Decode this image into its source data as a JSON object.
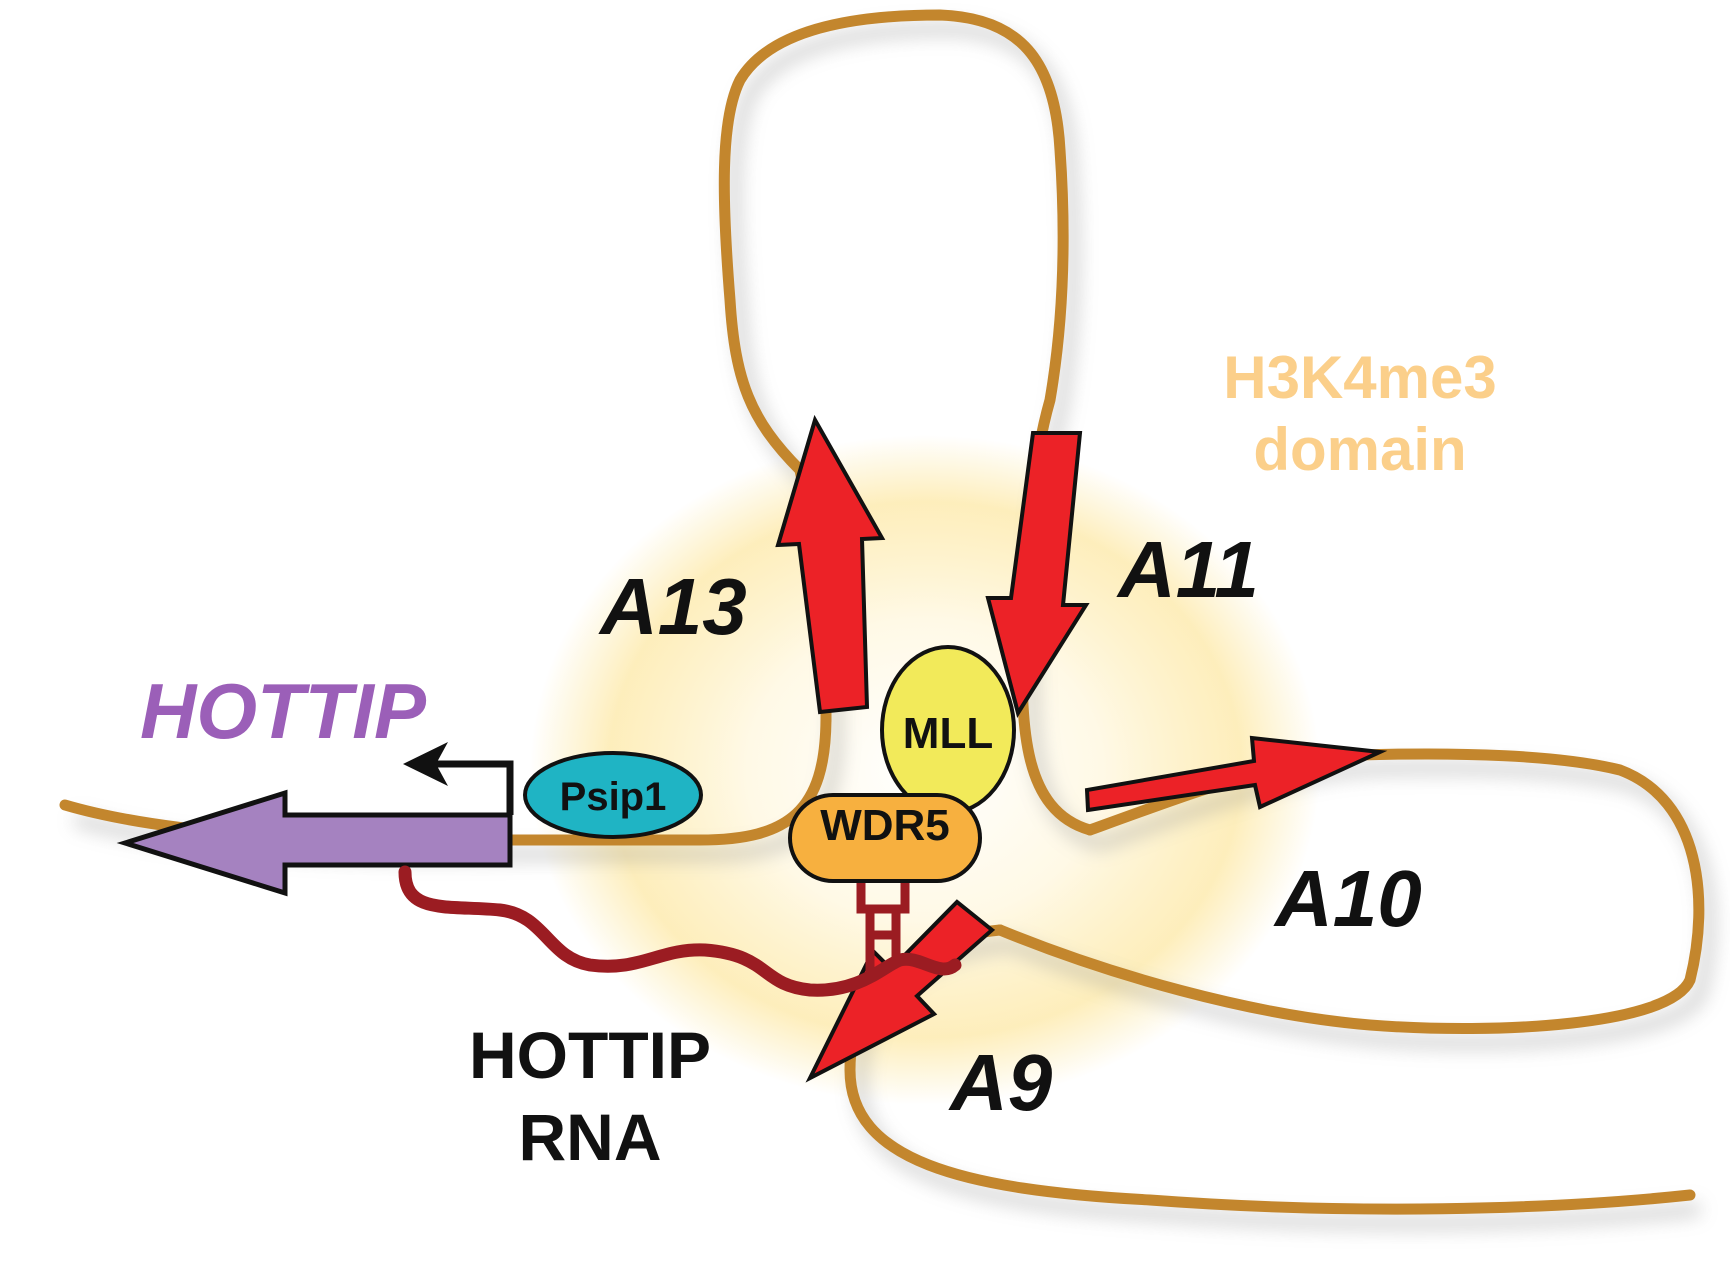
{
  "domain_label": {
    "line1": "H3K4me3",
    "line2": "domain",
    "color": "#fbcf8a"
  },
  "hottip_gene": {
    "label": "HOTTIP",
    "color": "#9b5fb8",
    "arrow_color": "#a582c0"
  },
  "hottip_rna": {
    "line1": "HOTTIP",
    "line2": "RNA",
    "color": "#9b1c22"
  },
  "genes": [
    {
      "id": "a13",
      "label": "A13"
    },
    {
      "id": "a11",
      "label": "A11"
    },
    {
      "id": "a10",
      "label": "A10"
    },
    {
      "id": "a9",
      "label": "A9"
    }
  ],
  "proteins": {
    "psip1": {
      "label": "Psip1",
      "color": "#1fb4c4"
    },
    "mll": {
      "label": "MLL",
      "color": "#f2ea5a"
    },
    "wdr5": {
      "label": "WDR5",
      "color": "#f7b03f"
    }
  },
  "colors": {
    "chromatin": "#c3862d",
    "gene_arrow": "#ec2227",
    "glow": "#fdebb0"
  }
}
